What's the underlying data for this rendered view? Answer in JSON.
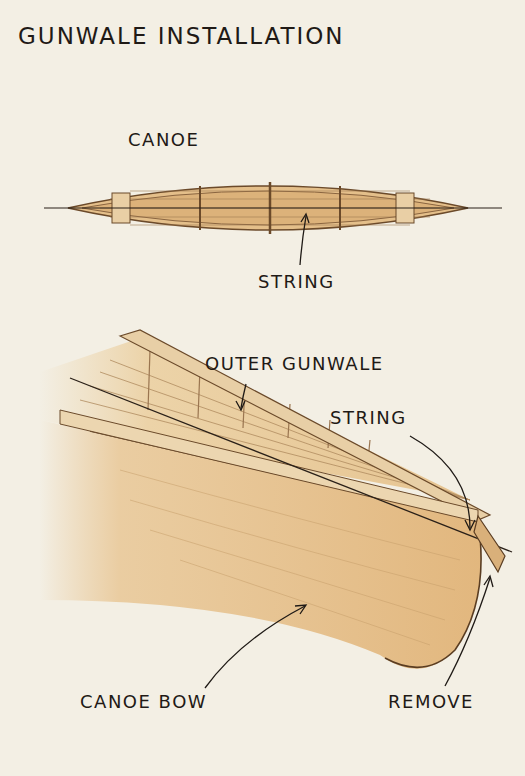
{
  "diagram": {
    "title": "GUNWALE INSTALLATION",
    "labels": [
      "CANOE",
      "STRING",
      "OUTER GUNWALE",
      "STRING",
      "CANOE BOW",
      "REMOVE"
    ]
  }
}
